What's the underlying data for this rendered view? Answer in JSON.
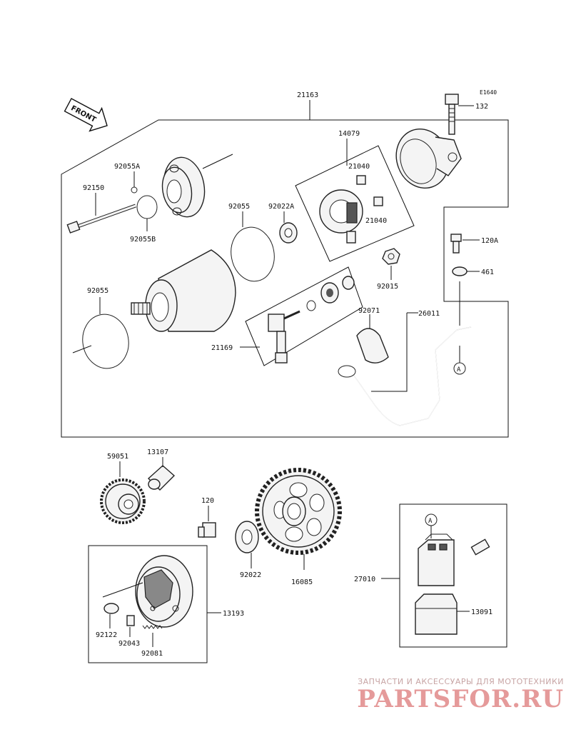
{
  "diagram_code": "E1640",
  "front_label": "FRONT",
  "callout_letter": "A",
  "parts": {
    "p21163": "21163",
    "p132": "132",
    "p14079": "14079",
    "p92055A": "92055A",
    "p92150": "92150",
    "p21040a": "21040",
    "p21040b": "21040",
    "p92055B": "92055B",
    "p92055a": "92055",
    "p92022A": "92022A",
    "p120A": "120A",
    "p461": "461",
    "p92055b": "92055",
    "p92015": "92015",
    "p92071": "92071",
    "p26011": "26011",
    "p21169": "21169",
    "p59051": "59051",
    "p13107": "13107",
    "p120": "120",
    "p92022": "92022",
    "p16085": "16085",
    "p27010": "27010",
    "p13091": "13091",
    "p13193": "13193",
    "p92122": "92122",
    "p92043": "92043",
    "p92081": "92081"
  },
  "watermark": {
    "subtitle": "ЗАПЧАСТИ И АКСЕССУАРЫ ДЛЯ МОТОТЕХНИКИ",
    "brand": "PARTSFOR.RU"
  }
}
